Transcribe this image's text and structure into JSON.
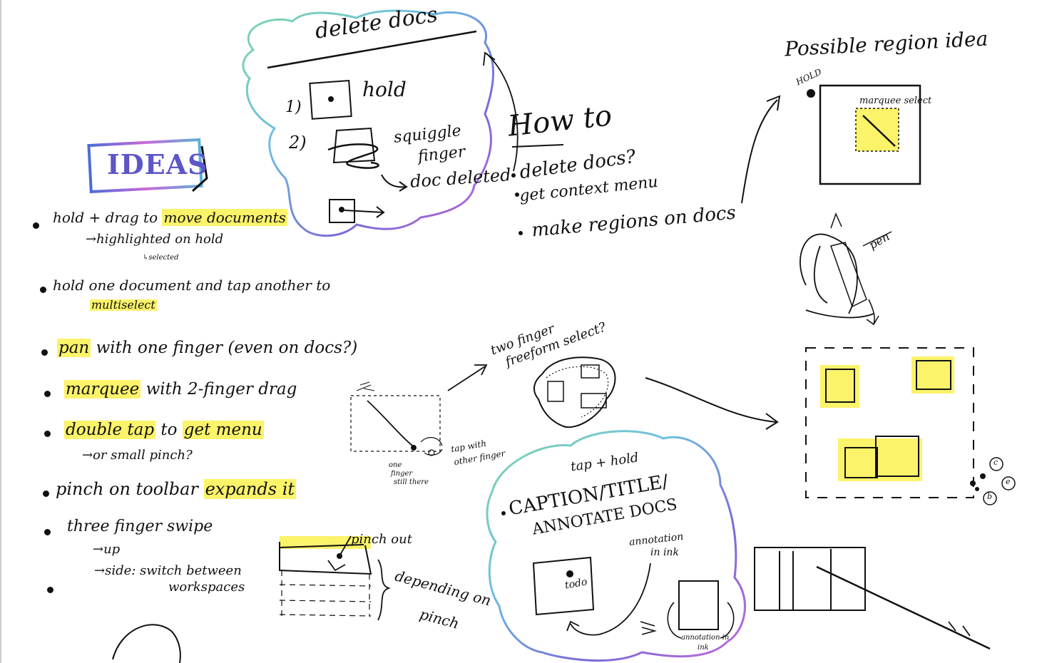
{
  "colors": {
    "ink": "#111111",
    "highlight": "#fbf36a",
    "cloud_gradient": [
      "#7fd6a8",
      "#6ec0e0",
      "#7a6ad8",
      "#c86ad8"
    ]
  },
  "ideas_box": {
    "label": "IDEAS"
  },
  "ideas": {
    "item1_pre": "hold + drag to ",
    "item1_hl": "move documents",
    "item1_sub": "→highlighted on hold",
    "item1_subsub": "↳selected",
    "item2_pre": "hold one document and tap another to",
    "item2_hl": "multiselect",
    "item3_hl": "pan",
    "item3_post": "with one finger (even on docs?)",
    "item4_hl": "marquee",
    "item4_post": "with 2-finger drag",
    "item5_hl1": "double tap",
    "item5_mid": "to",
    "item5_hl2": "get menu",
    "item5_sub": "→or small pinch?",
    "item6_pre": "pinch on toolbar",
    "item6_hl": "expands it",
    "item7": "three finger swipe",
    "item7_sub1": "→up",
    "item7_sub2": "→side: switch between",
    "item7_sub3": "workspaces"
  },
  "delete_docs": {
    "title": "delete docs",
    "step1_num": "1)",
    "step1_label": "hold",
    "step2_num": "2)",
    "step2_label_a": "squiggle",
    "step2_label_b": "finger",
    "result": "doc deleted"
  },
  "how_to": {
    "title": "How to",
    "items": [
      "delete docs?",
      "get context menu",
      "make regions on docs"
    ]
  },
  "region_idea": {
    "title": "Possible region idea",
    "hold": "HOLD",
    "marquee": "marquee select"
  },
  "pen": {
    "label": "pen"
  },
  "two_finger": {
    "label_a": "two finger",
    "label_b": "freeform select?"
  },
  "marquee_sketch": {
    "tap_label_a": "tap with",
    "tap_label_b": "other finger",
    "one_finger_a": "one",
    "one_finger_b": "finger",
    "one_finger_c": "still there"
  },
  "pinch": {
    "label": "pinch out",
    "depending_a": "depending on",
    "depending_b": "pinch"
  },
  "caption_cloud": {
    "header": "tap + hold",
    "title_a": "CAPTION/TITLE/",
    "title_b": "ANNOTATE DOCS",
    "annotation_a": "annotation",
    "annotation_b": "in ink",
    "doc_text": "todo",
    "bottom_a": "annotation in",
    "bottom_b": "ink"
  },
  "corner_marks": {
    "c": "c",
    "e": "e",
    "b": "b"
  }
}
